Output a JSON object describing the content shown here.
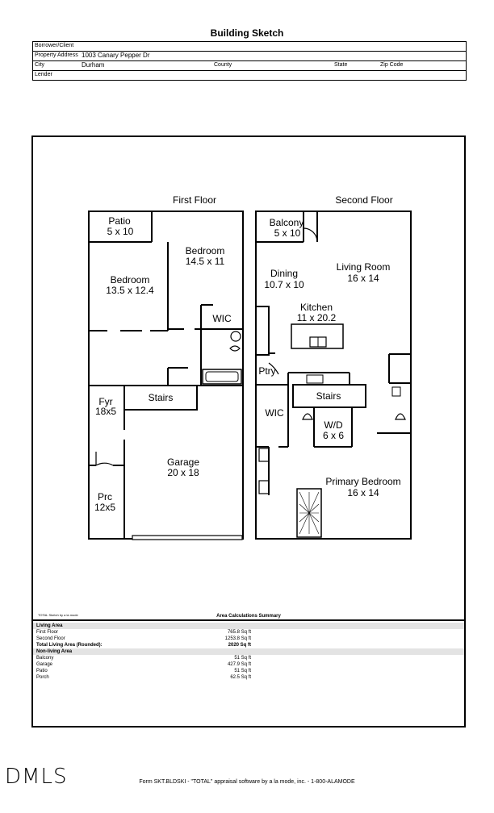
{
  "title": "Building Sketch",
  "header": {
    "borrower_label": "Borrower/Client",
    "address_label": "Property Address",
    "address_value": "1003 Canary Pepper Dr",
    "city_label": "City",
    "city_value": "Durham",
    "county_label": "County",
    "state_label": "State",
    "zip_label": "Zip Code",
    "lender_label": "Lender"
  },
  "plan": {
    "first_floor_label": "First Floor",
    "second_floor_label": "Second Floor",
    "rooms_first": {
      "patio": "Patio",
      "patio_dim": "5 x 10",
      "bedroom1": "Bedroom",
      "bedroom1_dim": "14.5 x 11",
      "bedroom2": "Bedroom",
      "bedroom2_dim": "13.5 x 12.4",
      "wic": "WIC",
      "stairs": "Stairs",
      "fyr": "Fyr",
      "fyr_dim": "18x5",
      "garage": "Garage",
      "garage_dim": "20 x 18",
      "prc": "Prc",
      "prc_dim": "12x5"
    },
    "rooms_second": {
      "balcony": "Balcony",
      "balcony_dim": "5 x 10",
      "dining": "Dining",
      "dining_dim": "10.7 x 10",
      "living": "Living Room",
      "living_dim": "16 x 14",
      "kitchen": "Kitchen",
      "kitchen_dim": "11 x 20.2",
      "ptry": "Ptry",
      "stairs": "Stairs",
      "wic": "WIC",
      "wd": "W/D",
      "wd_dim": "6 x 6",
      "primary": "Primary Bedroom",
      "primary_dim": "16 x 14"
    }
  },
  "summary": {
    "credit": "TOTAL Sketch by a la mode",
    "title": "Area Calculations Summary",
    "living_heading": "Living Area",
    "living": [
      {
        "label": "First Floor",
        "value": "765.8 Sq ft"
      },
      {
        "label": "Second Floor",
        "value": "1253.8 Sq ft"
      }
    ],
    "total_label": "Total Living Area (Rounded):",
    "total_value": "2020 Sq ft",
    "nonliving_heading": "Non-living Area",
    "nonliving": [
      {
        "label": "Balcony",
        "value": "51 Sq ft"
      },
      {
        "label": "Garage",
        "value": "427.9 Sq ft"
      },
      {
        "label": "Patio",
        "value": "51 Sq ft"
      },
      {
        "label": "Porch",
        "value": "62.5 Sq ft"
      }
    ]
  },
  "logo": "DMLS",
  "footer": "Form SKT.BLDSKI - \"TOTAL\" appraisal software by a la mode, inc. - 1-800-ALAMODE"
}
